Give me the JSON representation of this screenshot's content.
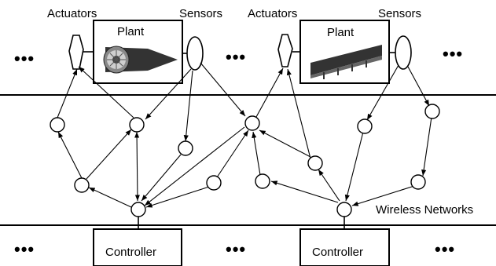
{
  "labels": {
    "actuators_left": "Actuators",
    "sensors_left": "Sensors",
    "actuators_right": "Actuators",
    "sensors_right": "Sensors",
    "plant_left": "Plant",
    "plant_right": "Plant",
    "controller_left": "Controller",
    "controller_right": "Controller",
    "wireless": "Wireless Networks",
    "ellipsis": "•••"
  },
  "icons": {
    "plant_left": "jet-engine-icon",
    "plant_right": "bridge-icon"
  }
}
